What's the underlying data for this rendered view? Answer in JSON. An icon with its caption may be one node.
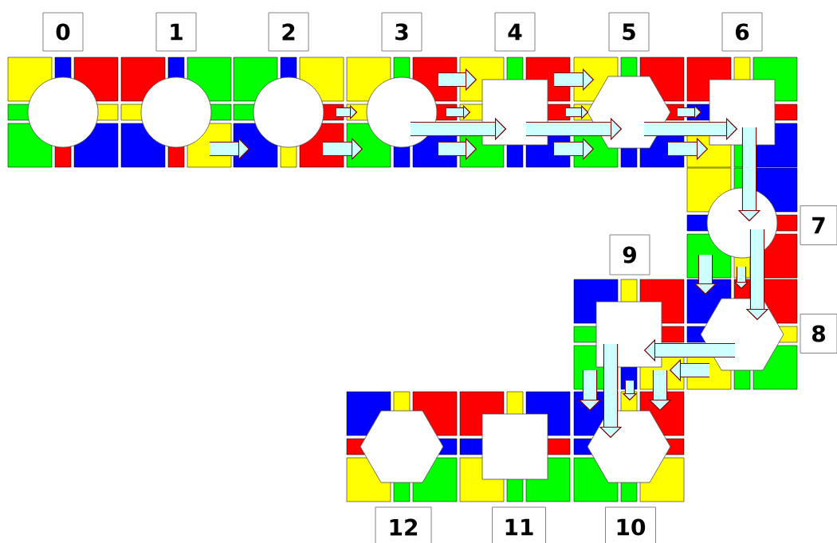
{
  "diagram": {
    "nodes": [
      {
        "text": [],
        "shape": "circle"
      },
      {
        "text": [],
        "shape": "circle"
      },
      {
        "text": [],
        "shape": "circle"
      },
      {
        "text": [],
        "shape": "circle"
      },
      {
        "text": [],
        "shape": "box"
      },
      {
        "text": [],
        "shape": "hexagon"
      },
      {
        "text": [],
        "shape": "box"
      },
      {
        "text": [],
        "shape": "circle"
      },
      {
        "text": [],
        "shape": "hexagon"
      },
      {
        "text": [],
        "shape": "box"
      },
      {
        "text": [],
        "shape": "hexagon"
      },
      {
        "text": [],
        "shape": "box"
      },
      {
        "text": [],
        "shape": "hexagon"
      }
    ],
    "edges": [
      {
        "from": 1,
        "to": 2,
        "arrow": "to"
      },
      {
        "from": 2,
        "to": 3,
        "arrow": "to"
      },
      {
        "from": 2,
        "to": 3,
        "arrow": "to"
      },
      {
        "from": 3,
        "to": 4,
        "arrow": "to"
      },
      {
        "from": 3,
        "to": 4,
        "arrow": "to"
      },
      {
        "from": 3,
        "to": 4,
        "arrow": "to"
      },
      {
        "from": 3,
        "to": 4,
        "arrow": "to"
      },
      {
        "from": 4,
        "to": 5,
        "arrow": "to"
      },
      {
        "from": 4,
        "to": 5,
        "arrow": "to"
      },
      {
        "from": 4,
        "to": 5,
        "arrow": "to"
      },
      {
        "from": 4,
        "to": 5,
        "arrow": "to"
      },
      {
        "from": 5,
        "to": 6,
        "arrow": "to"
      },
      {
        "from": 5,
        "to": 6,
        "arrow": "to"
      },
      {
        "from": 5,
        "to": 6,
        "arrow": "to"
      },
      {
        "from": 6,
        "to": 7,
        "arrow": "to"
      },
      {
        "from": 7,
        "to": 8,
        "arrow": "to"
      },
      {
        "from": 7,
        "to": 8,
        "arrow": "to"
      },
      {
        "from": 7,
        "to": 8,
        "arrow": "to"
      },
      {
        "from": 8,
        "to": 9,
        "arrow": "to"
      },
      {
        "from": 8,
        "to": 9,
        "arrow": "to"
      },
      {
        "from": 9,
        "to": 10,
        "arrow": "to"
      },
      {
        "from": 9,
        "to": 10,
        "arrow": "to"
      },
      {
        "from": 9,
        "to": 10,
        "arrow": "to"
      },
      {
        "from": 9,
        "to": 10,
        "arrow": "to"
      }
    ],
    "labels": [
      "0",
      "1",
      "2",
      "3",
      "4",
      "5",
      "6",
      "7",
      "9",
      "8",
      "12",
      "11",
      "10"
    ]
  }
}
